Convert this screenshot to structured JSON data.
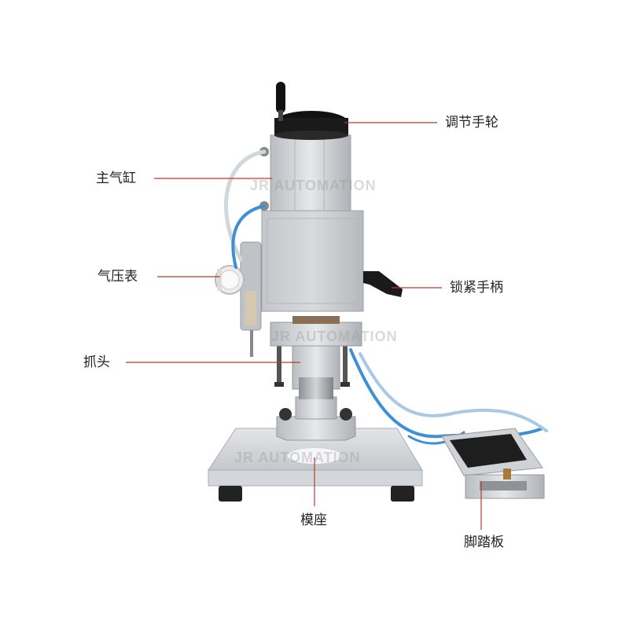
{
  "labels": {
    "handwheel": "调节手轮",
    "main_cylinder": "主气缸",
    "pressure_gauge": "气压表",
    "lock_handle": "锁紧手柄",
    "gripper_head": "抓头",
    "mold_base": "模座",
    "foot_pedal": "脚踏板"
  },
  "watermark": "JR AUTOMATION",
  "colors": {
    "leader_line": "#c0392b",
    "aluminum": "#c9ccd0",
    "black_part": "#1a1a1a",
    "air_hose": "#3d8fd6"
  }
}
